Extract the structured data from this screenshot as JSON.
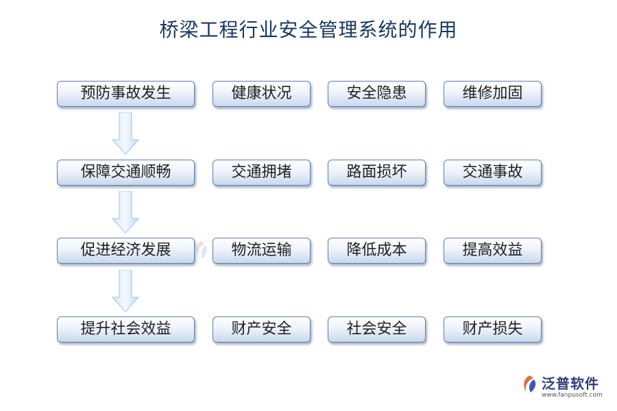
{
  "title": "桥梁工程行业安全管理系统的作用",
  "rows": [
    {
      "main": "预防事故发生",
      "items": [
        "健康状况",
        "安全隐患",
        "维修加固"
      ]
    },
    {
      "main": "保障交通顺畅",
      "items": [
        "交通拥堵",
        "路面损坏",
        "交通事故"
      ]
    },
    {
      "main": "促进经济发展",
      "items": [
        "物流运输",
        "降低成本",
        "提高效益"
      ]
    },
    {
      "main": "提升社会效益",
      "items": [
        "财产安全",
        "社会安全",
        "财产损失"
      ]
    }
  ],
  "logo": {
    "name": "泛普软件",
    "url": "www.fanpusoft.com"
  },
  "colors": {
    "title": "#17375e",
    "box_border": "#5a7fb0",
    "box_fill_bottom": "#c9d8ee",
    "arrow": "#b8d4ee"
  }
}
